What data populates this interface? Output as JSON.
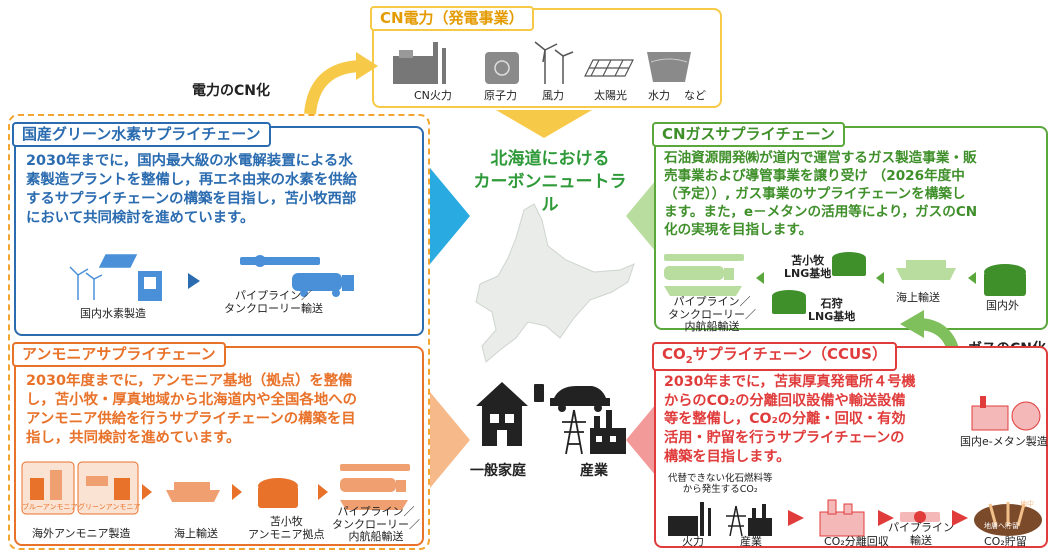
{
  "colors": {
    "yellow": "#f7c948",
    "blue": "#2b6cb0",
    "green": "#5aa83c",
    "orange": "#e8722a",
    "red": "#e03c3c",
    "center_green": "#2f9a3a"
  },
  "power": {
    "title": "CN電力（発電事業）",
    "items": [
      "CN火力",
      "原子力",
      "風力",
      "太陽光",
      "水力"
    ],
    "etc": "など",
    "cn_label": "電力のCN化"
  },
  "center": {
    "title": [
      "北海道における",
      "カーボンニュートラル"
    ],
    "household": "一般家庭",
    "industry": "産業"
  },
  "hydrogen": {
    "title": "国産グリーン水素サプライチェーン",
    "desc": [
      "2030年までに，国内最大級の水電解装置による水",
      "素製造プラントを整備し，再エネ由来の水素を供給",
      "するサプライチェーンの構築を目指し，苫小牧西部",
      "において共同検討を進めています。"
    ],
    "cap1": "国内水素製造",
    "cap2": [
      "パイプライン／",
      "タンクローリー輸送"
    ]
  },
  "ammonia": {
    "title": "アンモニアサプライチェーン",
    "desc": [
      "2030年度までに，アンモニア基地（拠点）を整備",
      "し，苫小牧・厚真地域から北海道内や全国各地への",
      "アンモニア供給を行うサプライチェーンの構築を目",
      "指し，共同検討を進めています。"
    ],
    "blue": "ブルーアンモニア",
    "green": "グリーンアンモニア",
    "caps": [
      "海外アンモニア製造",
      "海上輸送"
    ],
    "cap3": [
      "苫小牧",
      "アンモニア拠点"
    ],
    "cap4": [
      "パイプライン／",
      "タンクローリー／",
      "内航船輸送"
    ]
  },
  "gas": {
    "title": "CNガスサプライチェーン",
    "desc": [
      "石油資源開発㈱が道内で運営するガス製造事業・販",
      "売事業および導管事業を譲り受け （2026年度中",
      "（予定））, ガス事業のサプライチェーンを構築し",
      "ます。また，e－メタンの活用等により，ガスのCN",
      "化の実現を目指します。"
    ],
    "cap_pipe": [
      "パイプライン／",
      "タンクローリー／",
      "内航船輸送"
    ],
    "cap_tomakomai": [
      "苫小牧",
      "LNG基地"
    ],
    "cap_ishikari": [
      "石狩",
      "LNG基地"
    ],
    "cap_sea": "海上輸送",
    "cap_overseas": "国内外",
    "cn_label": "ガスのCN化"
  },
  "ccus": {
    "title_pre": "CO",
    "title_sub": "2",
    "title_post": "サプライチェーン（CCUS）",
    "desc": [
      "2030年までに，苫東厚真発電所４号機",
      "からのCO₂の分離回収設備や輸送設備",
      "等を整備し，CO₂の分離・回収・有効",
      "活用・貯留を行うサプライチェーンの",
      "構築を目指します。"
    ],
    "emeth": "国内e-メタン製造",
    "source": [
      "代替できない化石燃料等",
      "から発生するCO₂"
    ],
    "caps": [
      "火力",
      "産業",
      "CO₂分離回収"
    ],
    "pipe": [
      "パイプライン",
      "輸送"
    ],
    "storage": "CO₂貯留",
    "chika": "地中",
    "chozo": "地層へ貯留"
  }
}
